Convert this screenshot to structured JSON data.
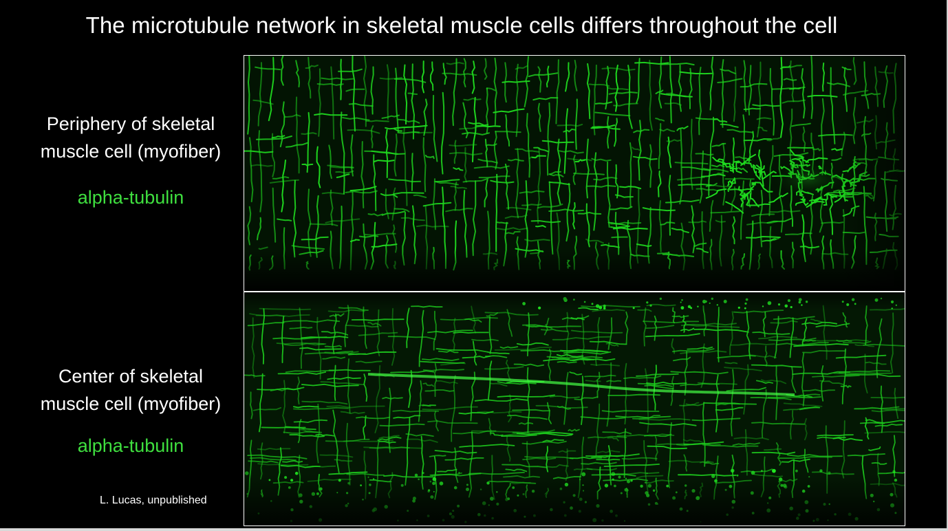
{
  "slide": {
    "title": "The microtubule network in skeletal muscle cells differs throughout the cell",
    "panels": [
      {
        "label_line1": "Periphery of skeletal",
        "label_line2": "muscle cell (myofiber)",
        "stain": "alpha-tubulin",
        "image_description": "Fluorescence micrograph of alpha-tubulin (green) at the periphery of a myofiber showing a striated grid-like microtubule network with dense perinuclear accumulation"
      },
      {
        "label_line1": "Center of skeletal",
        "label_line2": "muscle cell (myofiber)",
        "stain": "alpha-tubulin",
        "image_description": "Fluorescence micrograph of alpha-tubulin (green) at the center of a myofiber showing a lattice of longitudinal and transverse microtubules with a central longitudinal bundle"
      }
    ],
    "credit": "L. Lucas, unpublished"
  },
  "colors": {
    "background": "#000000",
    "text": "#ffffff",
    "stain_label": "#3fdf3f",
    "fluorescence": "#22ee22",
    "image_border": "#ffffff"
  }
}
